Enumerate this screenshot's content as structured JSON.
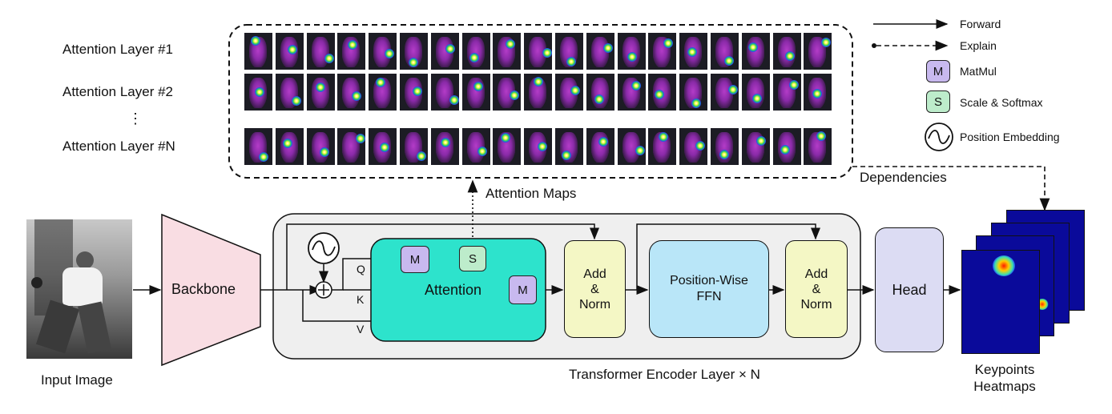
{
  "attention_panel": {
    "row_labels": [
      "Attention Layer #1",
      "Attention Layer #2",
      "⋮",
      "Attention Layer #N"
    ],
    "attention_maps_label": "Attention Maps",
    "dependencies_label": "Dependencies",
    "cols": 19
  },
  "legend": {
    "forward": "Forward",
    "explain": "Explain",
    "matmul_symbol": "M",
    "matmul": "MatMul",
    "scale_symbol": "S",
    "scale_softmax": "Scale & Softmax",
    "position_embedding": "Position Embedding"
  },
  "pipeline": {
    "input_image": "Input Image",
    "backbone": "Backbone",
    "encoder_caption": "Transformer Encoder Layer × N",
    "attention": "Attention",
    "m": "M",
    "s": "S",
    "q": "Q",
    "k": "K",
    "v": "V",
    "add_norm_1": [
      "Add",
      "&",
      "Norm"
    ],
    "ffn": [
      "Position-Wise",
      "FFN"
    ],
    "add_norm_2": [
      "Add",
      "&",
      "Norm"
    ],
    "head": "Head",
    "output_label": [
      "Keypoints",
      "Heatmaps"
    ]
  },
  "colors": {
    "backbone": "#f9dde3",
    "encoder_bg": "#efefef",
    "attention": "#2de3cc",
    "matmul": "#c8b9ef",
    "scale": "#bdeccb",
    "add_norm": "#f4f7c5",
    "ffn": "#b9e6f8",
    "head": "#dcdcf3",
    "heatmap": "#0a0a9a"
  }
}
